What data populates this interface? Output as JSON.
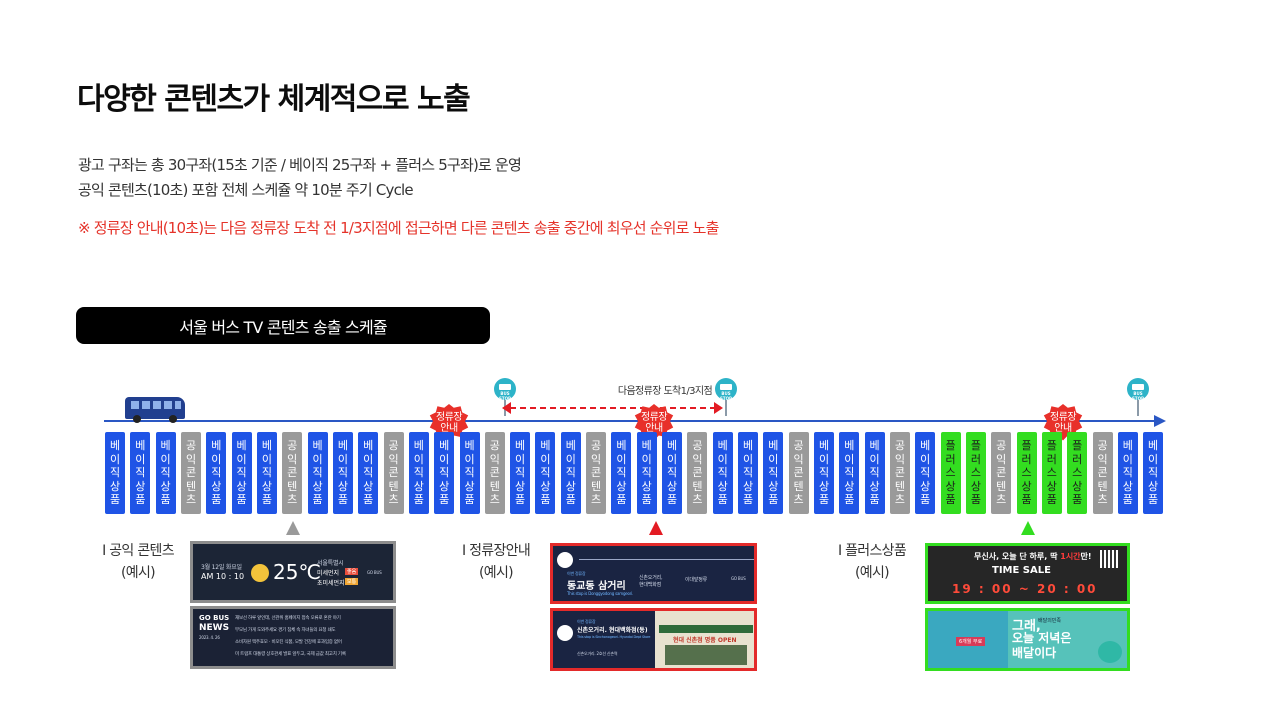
{
  "title": "다양한 콘텐츠가 체계적으로 노출",
  "desc": {
    "line1": "광고 구좌는 총 30구좌(15초 기준 / 베이직 25구좌 + 플러스 5구좌)로 운영",
    "line2": "공익 콘텐츠(10초) 포함 전체 스케쥴 약 10분 주기 Cycle",
    "note": "※ 정류장 안내(10초)는 다음 정류장 도착 전 1/3지점에 접근하면 다른 콘텐츠 송출 중간에 최우선 순위로 노출"
  },
  "schedule_title": "서울 버스 TV 콘텐츠 송출 스케쥴",
  "timeline": {
    "stop_label": "BUS STOP",
    "distance_label": "다음정류장 도착1/3지점",
    "burst_text": "정류장\n안내"
  },
  "slots": [
    {
      "kind": "basic",
      "label": "베이직상품"
    },
    {
      "kind": "basic",
      "label": "베이직상품"
    },
    {
      "kind": "basic",
      "label": "베이직상품"
    },
    {
      "kind": "public",
      "label": "공익콘텐츠"
    },
    {
      "kind": "basic",
      "label": "베이직상품"
    },
    {
      "kind": "basic",
      "label": "베이직상품"
    },
    {
      "kind": "basic",
      "label": "베이직상품"
    },
    {
      "kind": "public",
      "label": "공익콘텐츠"
    },
    {
      "kind": "basic",
      "label": "베이직상품"
    },
    {
      "kind": "basic",
      "label": "베이직상품"
    },
    {
      "kind": "basic",
      "label": "베이직상품"
    },
    {
      "kind": "public",
      "label": "공익콘텐츠"
    },
    {
      "kind": "basic",
      "label": "베이직상품"
    },
    {
      "kind": "basic",
      "label": "베이직상품"
    },
    {
      "kind": "basic",
      "label": "베이직상품"
    },
    {
      "kind": "public",
      "label": "공익콘텐츠"
    },
    {
      "kind": "basic",
      "label": "베이직상품"
    },
    {
      "kind": "basic",
      "label": "베이직상품"
    },
    {
      "kind": "basic",
      "label": "베이직상품"
    },
    {
      "kind": "public",
      "label": "공익콘텐츠"
    },
    {
      "kind": "basic",
      "label": "베이직상품"
    },
    {
      "kind": "basic",
      "label": "베이직상품"
    },
    {
      "kind": "basic",
      "label": "베이직상품"
    },
    {
      "kind": "public",
      "label": "공익콘텐츠"
    },
    {
      "kind": "basic",
      "label": "베이직상품"
    },
    {
      "kind": "basic",
      "label": "베이직상품"
    },
    {
      "kind": "basic",
      "label": "베이직상품"
    },
    {
      "kind": "public",
      "label": "공익콘텐츠"
    },
    {
      "kind": "basic",
      "label": "베이직상품"
    },
    {
      "kind": "basic",
      "label": "베이직상품"
    },
    {
      "kind": "basic",
      "label": "베이직상품"
    },
    {
      "kind": "public",
      "label": "공익콘텐츠"
    },
    {
      "kind": "basic",
      "label": "베이직상품"
    },
    {
      "kind": "plus",
      "label": "플러스상품"
    },
    {
      "kind": "plus",
      "label": "플러스상품"
    },
    {
      "kind": "public",
      "label": "공익콘텐츠"
    },
    {
      "kind": "plus",
      "label": "플러스상품"
    },
    {
      "kind": "plus",
      "label": "플러스상품"
    },
    {
      "kind": "plus",
      "label": "플러스상품"
    },
    {
      "kind": "public",
      "label": "공익콘텐츠"
    },
    {
      "kind": "basic",
      "label": "베이직상품"
    },
    {
      "kind": "basic",
      "label": "베이직상품"
    }
  ],
  "categories": {
    "public": {
      "label": "I 공익 콘텐츠",
      "sub": "(예시)"
    },
    "info": {
      "label": "I 정류장안내",
      "sub": "(예시)"
    },
    "plus": {
      "label": "I 플러스상품",
      "sub": "(예시)"
    }
  },
  "samples": {
    "weather": {
      "date": "3월 12일 화요일",
      "time": "AM 10 : 10",
      "temp": "25℃",
      "region": "서울특별시",
      "dust1": "미세먼지",
      "dust2": "초미세먼지",
      "grade1": "좋음",
      "grade2": "보통",
      "brand": "GO BUS"
    },
    "news": {
      "brand1": "GO BUS",
      "brand2": "NEWS",
      "date": "2023. 4. 26",
      "items": [
        "재보선 하루 앞인데, 선관위 홈페이지 접속 오류로 혼란 야기",
        "부모님 가게 도와주세요 경기 침체 속 자녀들의 요청 쇄도",
        "소비자원 맥주효모 · 비오틴 식품, 모발 건강에 효과입증 없어",
        "미 트럼프 대통령 상호관세 발표 앞두고, 국제 금값 최고치 기록"
      ]
    },
    "stop1": {
      "now": "이번 정류장",
      "name": "동교동 삼거리",
      "eng": "This stop is Donggyodong samgeori.",
      "next1": "신촌오거리,",
      "next1b": "현대백화점",
      "next2": "이대앞정류",
      "brand": "GO BUS"
    },
    "stop2": {
      "now": "이번 정류장",
      "name": "신촌오거리. 현대백화점(동)",
      "eng": "This stop is Sinchonogeori. Hyundai Dept Store",
      "next": "신촌오거리. 2호선 신촌역",
      "ad": "현대 신촌점 명품 OPEN",
      "brand": "GO BUS"
    },
    "sale": {
      "headline": "무신사, 오늘 단 하루, 딱 ",
      "highlight": "1시간",
      "tail": "만!",
      "time_label": "TIME SALE",
      "time": "19 : 00 ~ 20 : 00"
    },
    "delivery": {
      "line1": "그래,",
      "line2": "오늘 저녁은",
      "line3": "배달이다",
      "tag": "배달의민족",
      "sub": "6개월 무료"
    }
  },
  "colors": {
    "basic": "#1f54e6",
    "public": "#9a9a9a",
    "plus": "#33dd20",
    "accent_red": "#e31b23",
    "axis": "#2a57c4"
  }
}
